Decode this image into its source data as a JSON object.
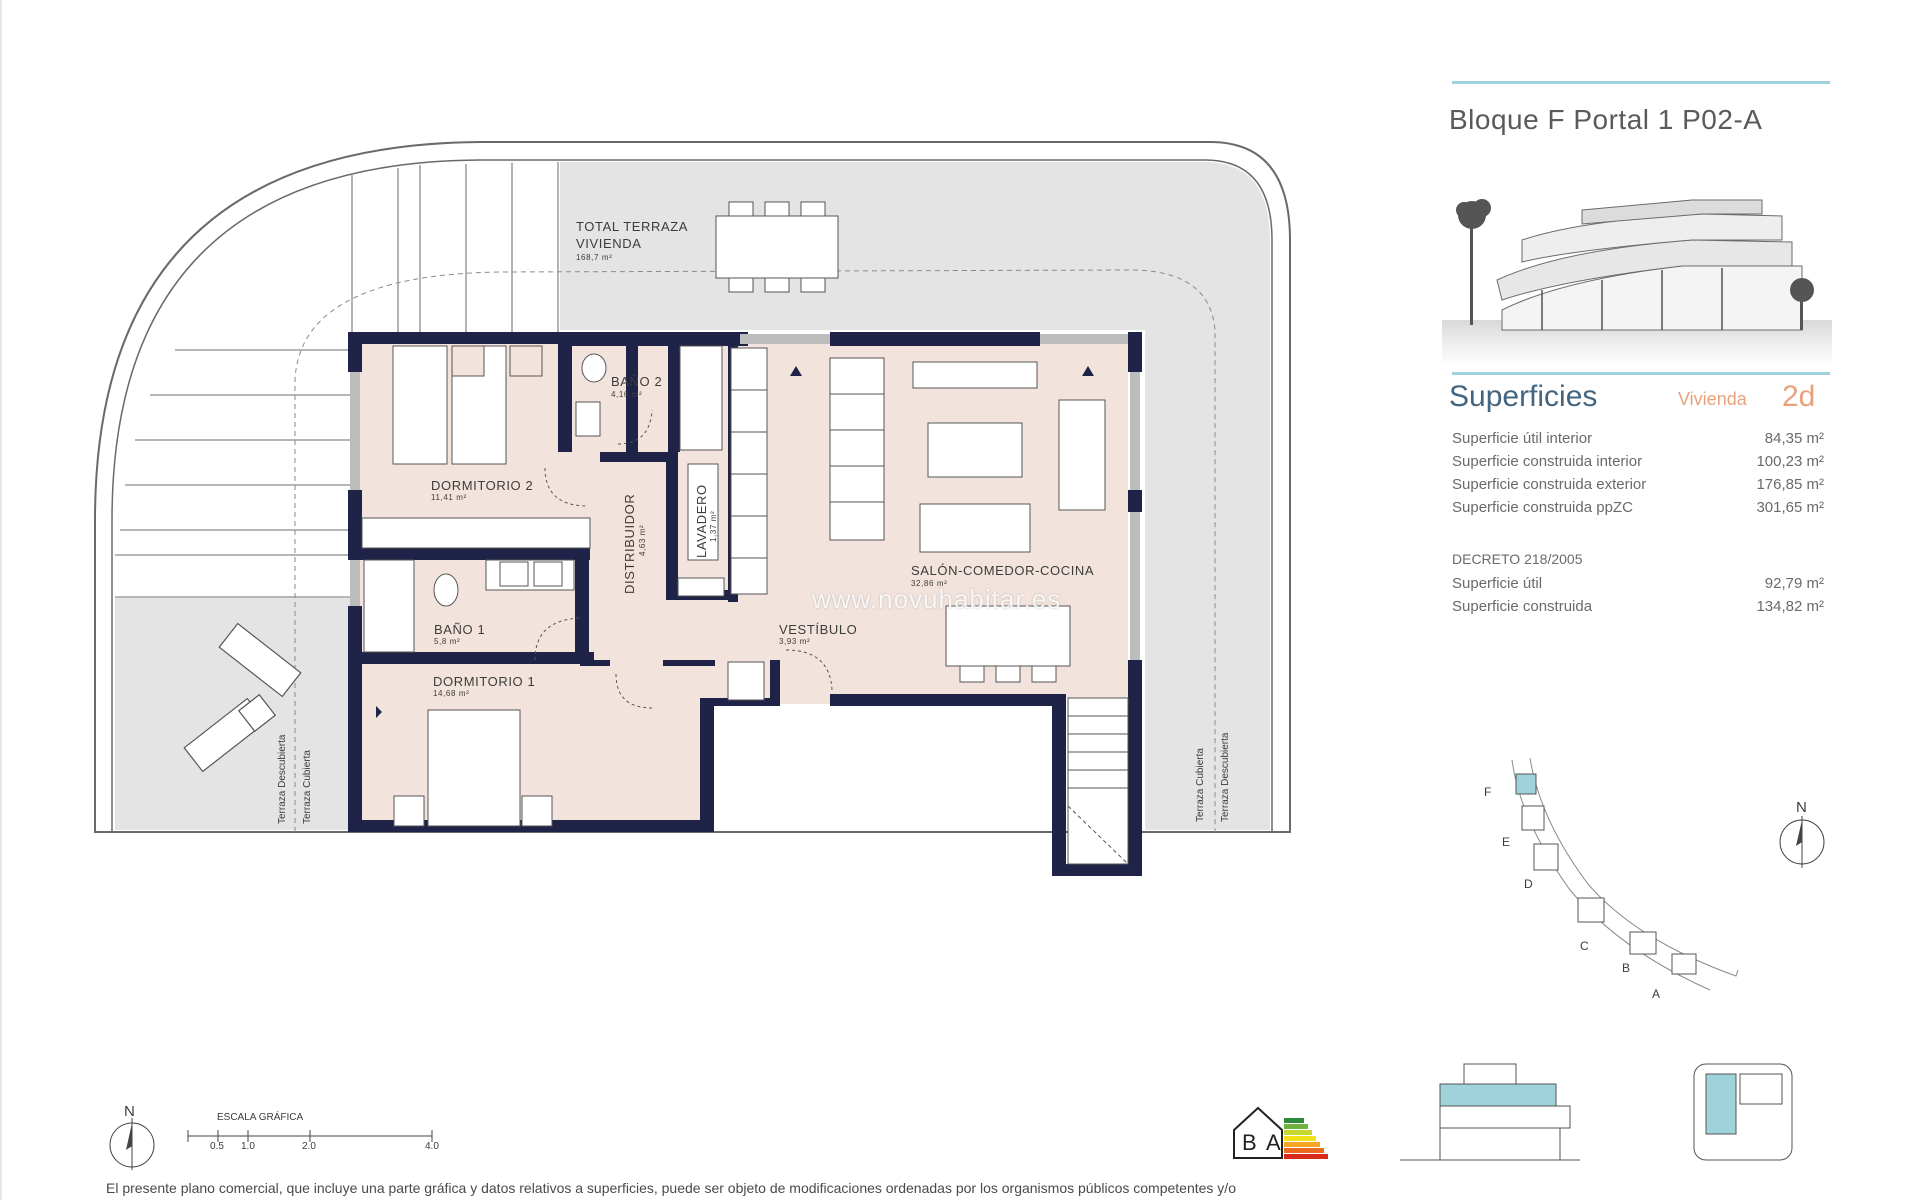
{
  "sheet": {
    "title": "Bloque F Portal 1 P02-A",
    "superficies_title": "Superficies",
    "vivienda_label": "Vivienda",
    "vivienda_code": "2d",
    "rows": [
      {
        "label": "Superficie útil interior",
        "value": "84,35 m²"
      },
      {
        "label": "Superficie construida interior",
        "value": "100,23 m²"
      },
      {
        "label": "Superficie construida exterior",
        "value": "176,85 m²"
      },
      {
        "label": "Superficie construida ppZC",
        "value": "301,65 m²"
      }
    ],
    "decreto_title": "DECRETO 218/2005",
    "decreto_rows": [
      {
        "label": "Superficie útil",
        "value": "92,79 m²"
      },
      {
        "label": "Superficie construida",
        "value": "134,82 m²"
      }
    ]
  },
  "plan": {
    "terrace_title_1": "TOTAL  TERRAZA",
    "terrace_title_2": "VIVIENDA",
    "terrace_area": "168,7 m²",
    "rooms": [
      {
        "name": "DORMITORIO 2",
        "area": "11,41 m²"
      },
      {
        "name": "BAÑO 2",
        "area": "4,16 m²"
      },
      {
        "name": "DISTRIBUIDOR",
        "area": "4,63 m²"
      },
      {
        "name": "LAVADERO",
        "area": "1,37 m²"
      },
      {
        "name": "SALÓN-COMEDOR-COCINA",
        "area": "32,86 m²"
      },
      {
        "name": "BAÑO 1",
        "area": "5,8 m²"
      },
      {
        "name": "VESTÍBULO",
        "area": "3,93 m²"
      },
      {
        "name": "DORMITORIO 1",
        "area": "14,68 m²"
      }
    ],
    "terrace_labels": {
      "left_outer": "Terraza Descubierta",
      "left_inner": "Terraza Cubierta",
      "right_inner": "Terraza Cubierta",
      "right_outer": "Terraza Descubierta"
    },
    "north": "N",
    "scale_title": "ESCALA GRÁFICA",
    "scale_ticks": [
      "0.5",
      "1.0",
      "2.0",
      "4.0"
    ],
    "energy_letters": [
      "B",
      "A"
    ]
  },
  "site": {
    "north": "N",
    "blocks": [
      "F",
      "E",
      "D",
      "C",
      "B",
      "A"
    ]
  },
  "watermark": "www.novuhabitar.es",
  "disclaimer": "El presente plano comercial, que incluye una parte gráfica y datos relativos a superficies, puede ser objeto de modificaciones ordenadas por los organismos públicos competentes y/o",
  "colors": {
    "wall": "#1f2347",
    "room_fill": "#f2e4dc",
    "terrace_fill": "#e4e4e4",
    "accent": "#9ed3dc",
    "heading": "#43657f",
    "orange": "#e8a27b"
  }
}
